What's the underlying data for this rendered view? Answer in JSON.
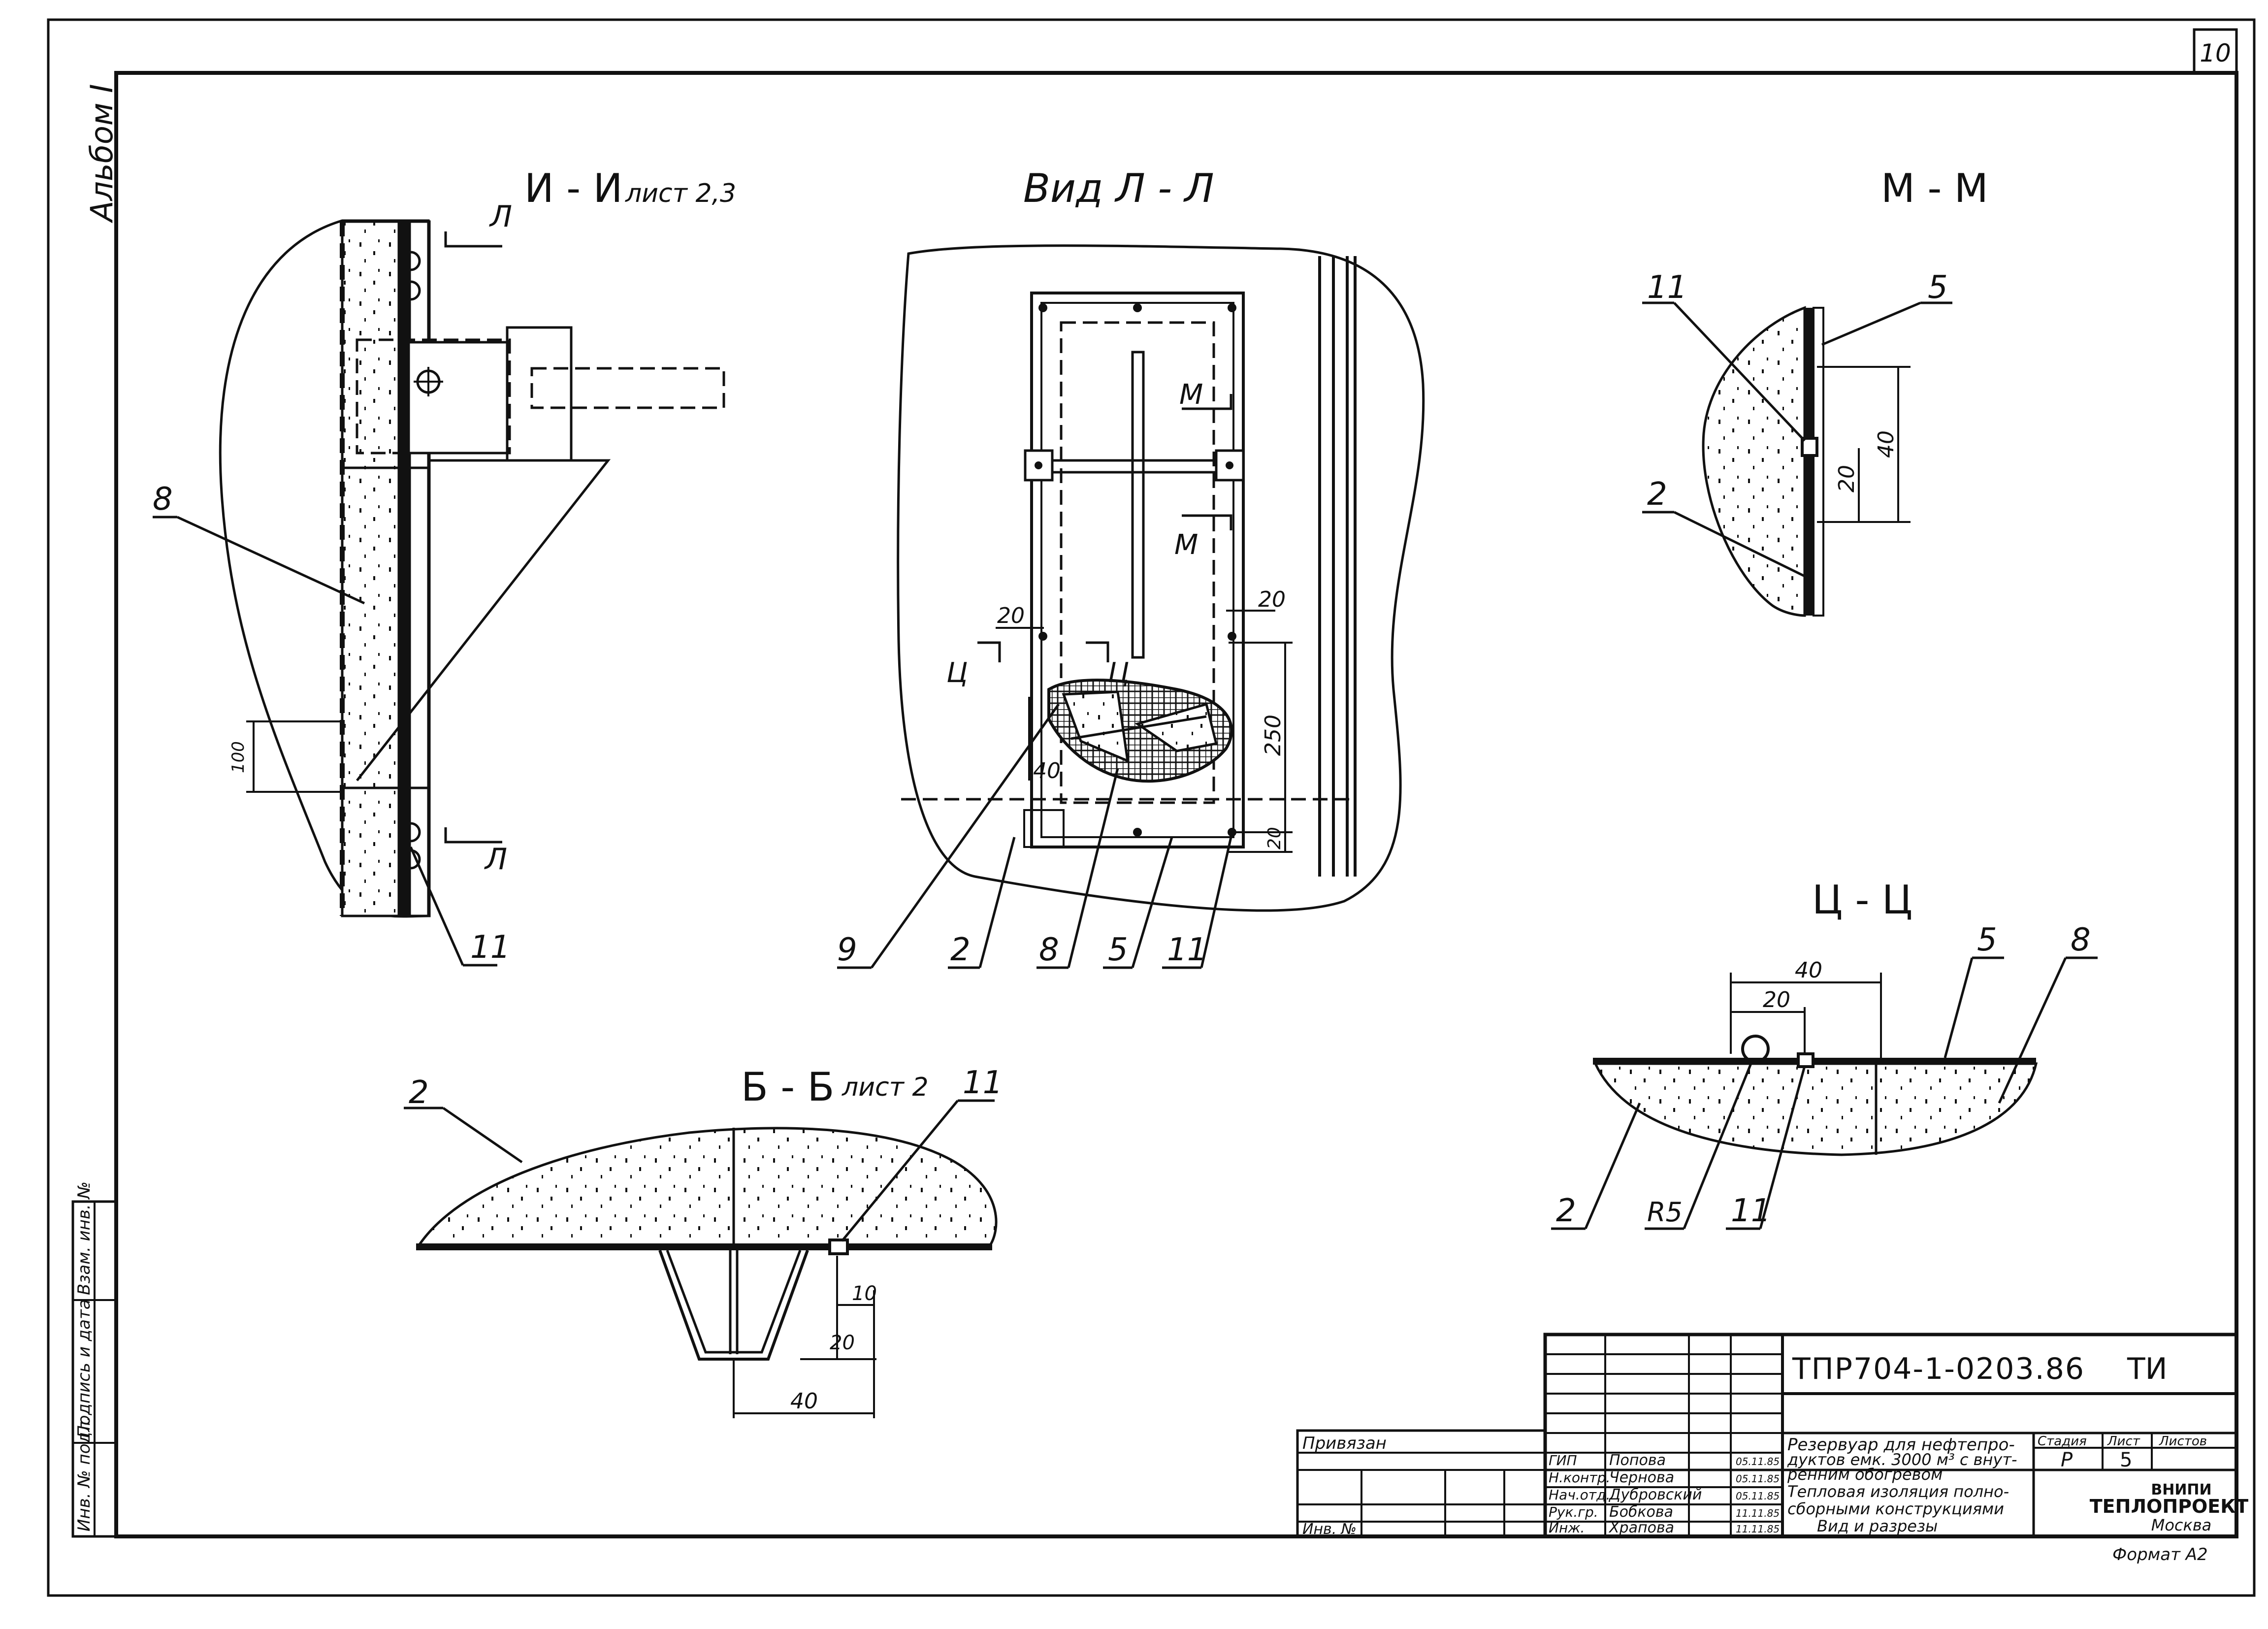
{
  "sheet_number": "10",
  "album": "Альбом I",
  "views": {
    "ii": {
      "title": "И - И",
      "ref": "лист 2,3",
      "cut_mark": "Л",
      "dim_100": "100",
      "leader_8": "8",
      "leader_11": "11"
    },
    "ll": {
      "title": "Вид Л - Л",
      "cut_m": "М",
      "cut_ts": "Ц",
      "dim_20a": "20",
      "dim_20b": "20",
      "dim_20c": "20",
      "dim_40": "40",
      "dim_250": "250",
      "leaders": [
        "9",
        "2",
        "8",
        "5",
        "11"
      ]
    },
    "mm": {
      "title": "М - М",
      "leader_11": "11",
      "leader_5": "5",
      "leader_2": "2",
      "dim_40": "40",
      "dim_20": "20"
    },
    "tsts": {
      "title": "Ц - Ц",
      "dim_40": "40",
      "dim_20": "20",
      "leader_5": "5",
      "leader_8": "8",
      "leader_2": "2",
      "leader_r5": "R5",
      "leader_11": "11"
    },
    "bb": {
      "title": "Б - Б",
      "ref": "лист 2",
      "leader_2": "2",
      "leader_11": "11",
      "dim_10": "10",
      "dim_20": "20",
      "dim_40": "40"
    }
  },
  "side_stamp": [
    "Инв. № подл.",
    "Подпись и дата",
    "Взам. инв. №"
  ],
  "title_block": {
    "code": "ТПР704-1-0203.86",
    "doc": "ТИ",
    "privyazan": "Привязан",
    "inv": "Инв. №",
    "roles": [
      "ГИП",
      "Н.контр.",
      "Нач.отд.",
      "Рук.гр.",
      "Инж."
    ],
    "names": [
      "Попова",
      "Чернова",
      "Дубровский",
      "Бобкова",
      "Храпова"
    ],
    "dates": [
      "05.11.85",
      "05.11.85",
      "05.11.85",
      "11.11.85",
      "11.11.85"
    ],
    "description_1": [
      "Резервуар для нефтепро-",
      "дуктов емк. 3000 м³ с внут-",
      "ренним обогревом"
    ],
    "description_2": [
      "Тепловая изоляция полно-",
      "сборными конструкциями",
      "Вид и разрезы"
    ],
    "stage_label": "Стадия",
    "sheet_label": "Лист",
    "sheets_label": "Листов",
    "stage": "Р",
    "sheet": "5",
    "sheets": "",
    "org": [
      "ВНИПИ",
      "ТЕПЛОПРОЕКТ",
      "Москва"
    ],
    "format": "Формат А2"
  }
}
